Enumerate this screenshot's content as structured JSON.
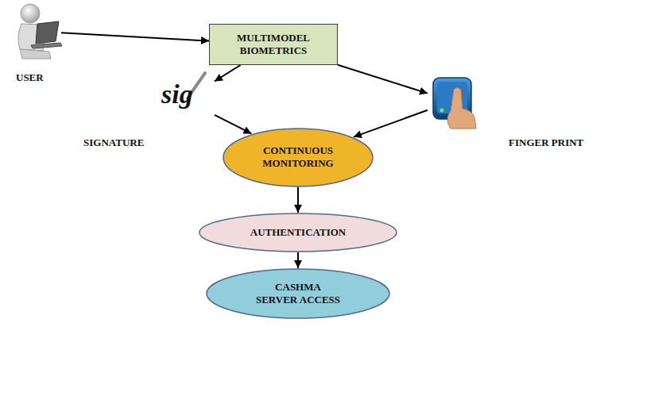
{
  "diagram": {
    "nodes": [
      {
        "text": [
          "USER"
        ]
      },
      {
        "text": [
          "MULTIMODEL BIOMETRICS"
        ]
      },
      {
        "text": [
          "SIGNATURE"
        ]
      },
      {
        "text": [
          "FINGER PRINT"
        ]
      },
      {
        "text": [
          "CONTINUOUS MONITORING"
        ]
      },
      {
        "text": [
          "AUTHENTICATION"
        ]
      },
      {
        "text": [
          "CASHMA SERVER ACCESS"
        ]
      }
    ],
    "edges": [
      {
        "from": 0,
        "to": 1,
        "arrow": "to"
      },
      {
        "from": 1,
        "to": 2,
        "arrow": "to"
      },
      {
        "from": 1,
        "to": 3,
        "arrow": "to"
      },
      {
        "from": 2,
        "to": 4,
        "arrow": "to"
      },
      {
        "from": 3,
        "to": 4,
        "arrow": "to"
      },
      {
        "from": 4,
        "to": 5,
        "arrow": "to"
      },
      {
        "from": 5,
        "to": 6,
        "arrow": "to"
      }
    ],
    "labels": [
      "sig"
    ]
  }
}
